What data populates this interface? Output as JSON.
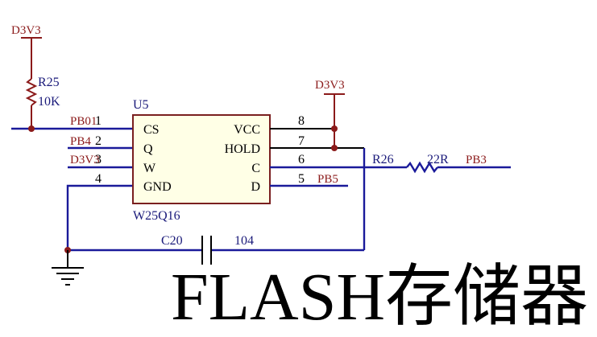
{
  "schematic": {
    "power_top_left": "D3V3",
    "power_hold": "D3V3",
    "r25": {
      "designator": "R25",
      "value": "10K"
    },
    "r26": {
      "designator": "R26",
      "value": "22R"
    },
    "c20": {
      "designator": "C20",
      "value": "104"
    },
    "u5": {
      "designator": "U5",
      "part": "W25Q16",
      "left_pins": [
        {
          "name": "CS",
          "number": "1"
        },
        {
          "name": "Q",
          "number": "2"
        },
        {
          "name": "W",
          "number": "3"
        },
        {
          "name": "GND",
          "number": "4"
        }
      ],
      "right_pins": [
        {
          "name": "VCC",
          "number": "8"
        },
        {
          "name": "HOLD",
          "number": "7"
        },
        {
          "name": "C",
          "number": "6"
        },
        {
          "name": "D",
          "number": "5"
        }
      ]
    },
    "nets": {
      "cs": "PB01",
      "q": "PB4",
      "w": "D3V3",
      "clk": "PB3",
      "d": "PB5"
    }
  },
  "title": "FLASH存储器"
}
